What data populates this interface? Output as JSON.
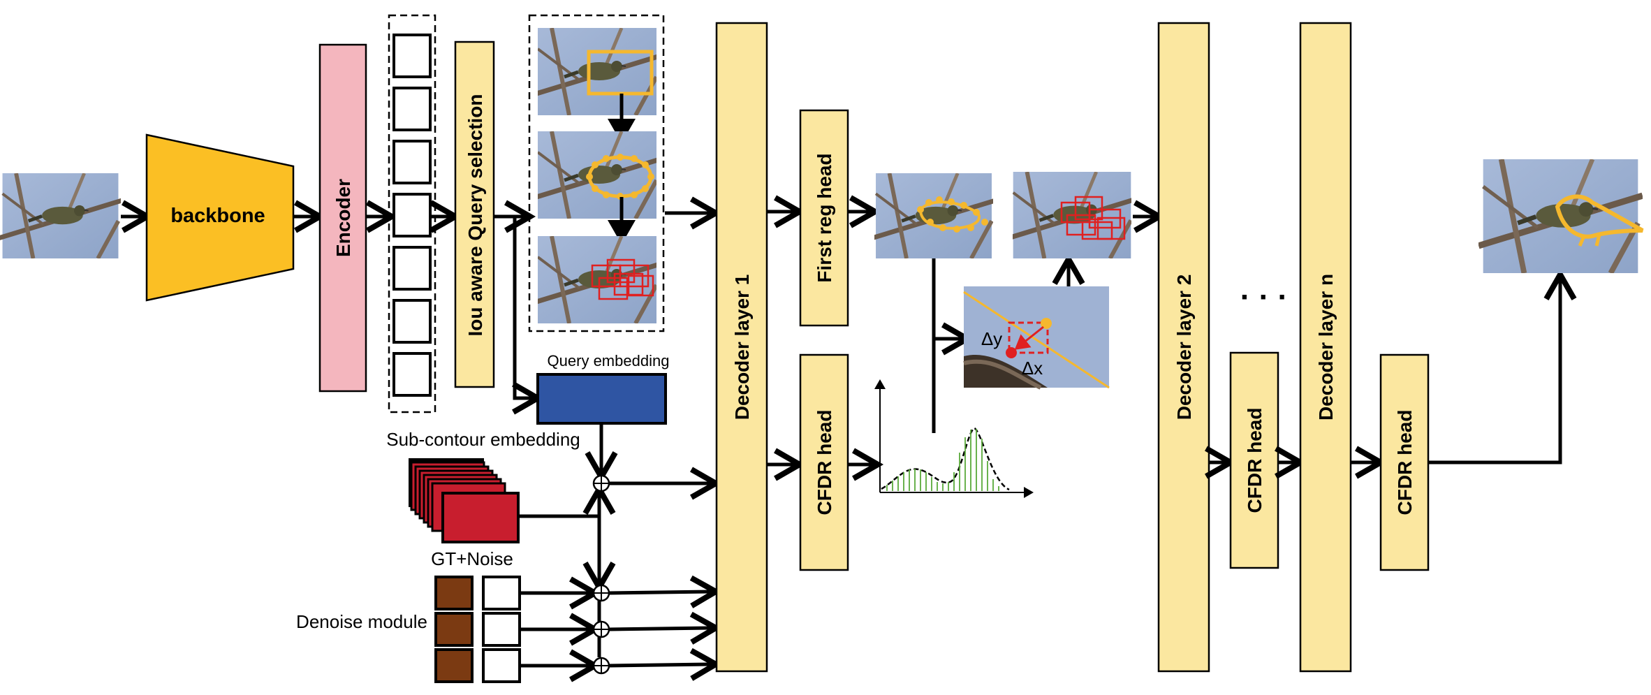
{
  "blocks": {
    "backbone": "backbone",
    "encoder": "Encoder",
    "query_selection": "Iou aware Query selection",
    "decoder_1": "Decoder layer 1",
    "first_reg_head": "First reg head",
    "cfdr_head_1": "CFDR head",
    "decoder_2": "Decoder layer 2",
    "cfdr_head_2": "CFDR head",
    "decoder_n": "Decoder layer n",
    "cfdr_head_n": "CFDR head"
  },
  "labels": {
    "query_embedding": "Query embedding",
    "sub_contour_embedding": "Sub-contour embedding",
    "gt_noise": "GT+Noise",
    "denoise_module": "Denoise module",
    "delta_y": "Δy",
    "delta_x": "Δx",
    "ellipsis": "· · ·"
  },
  "colors": {
    "backbone": "#FBBF24",
    "encoder": "#F4B6BE",
    "decoder": "#FBE7A0",
    "query_embedding": "#2F55A3",
    "sub_contour": "#C81E2E",
    "denoise": "#7B3A12",
    "contour_points": "#F5B82E",
    "boxes": "#E02020"
  }
}
